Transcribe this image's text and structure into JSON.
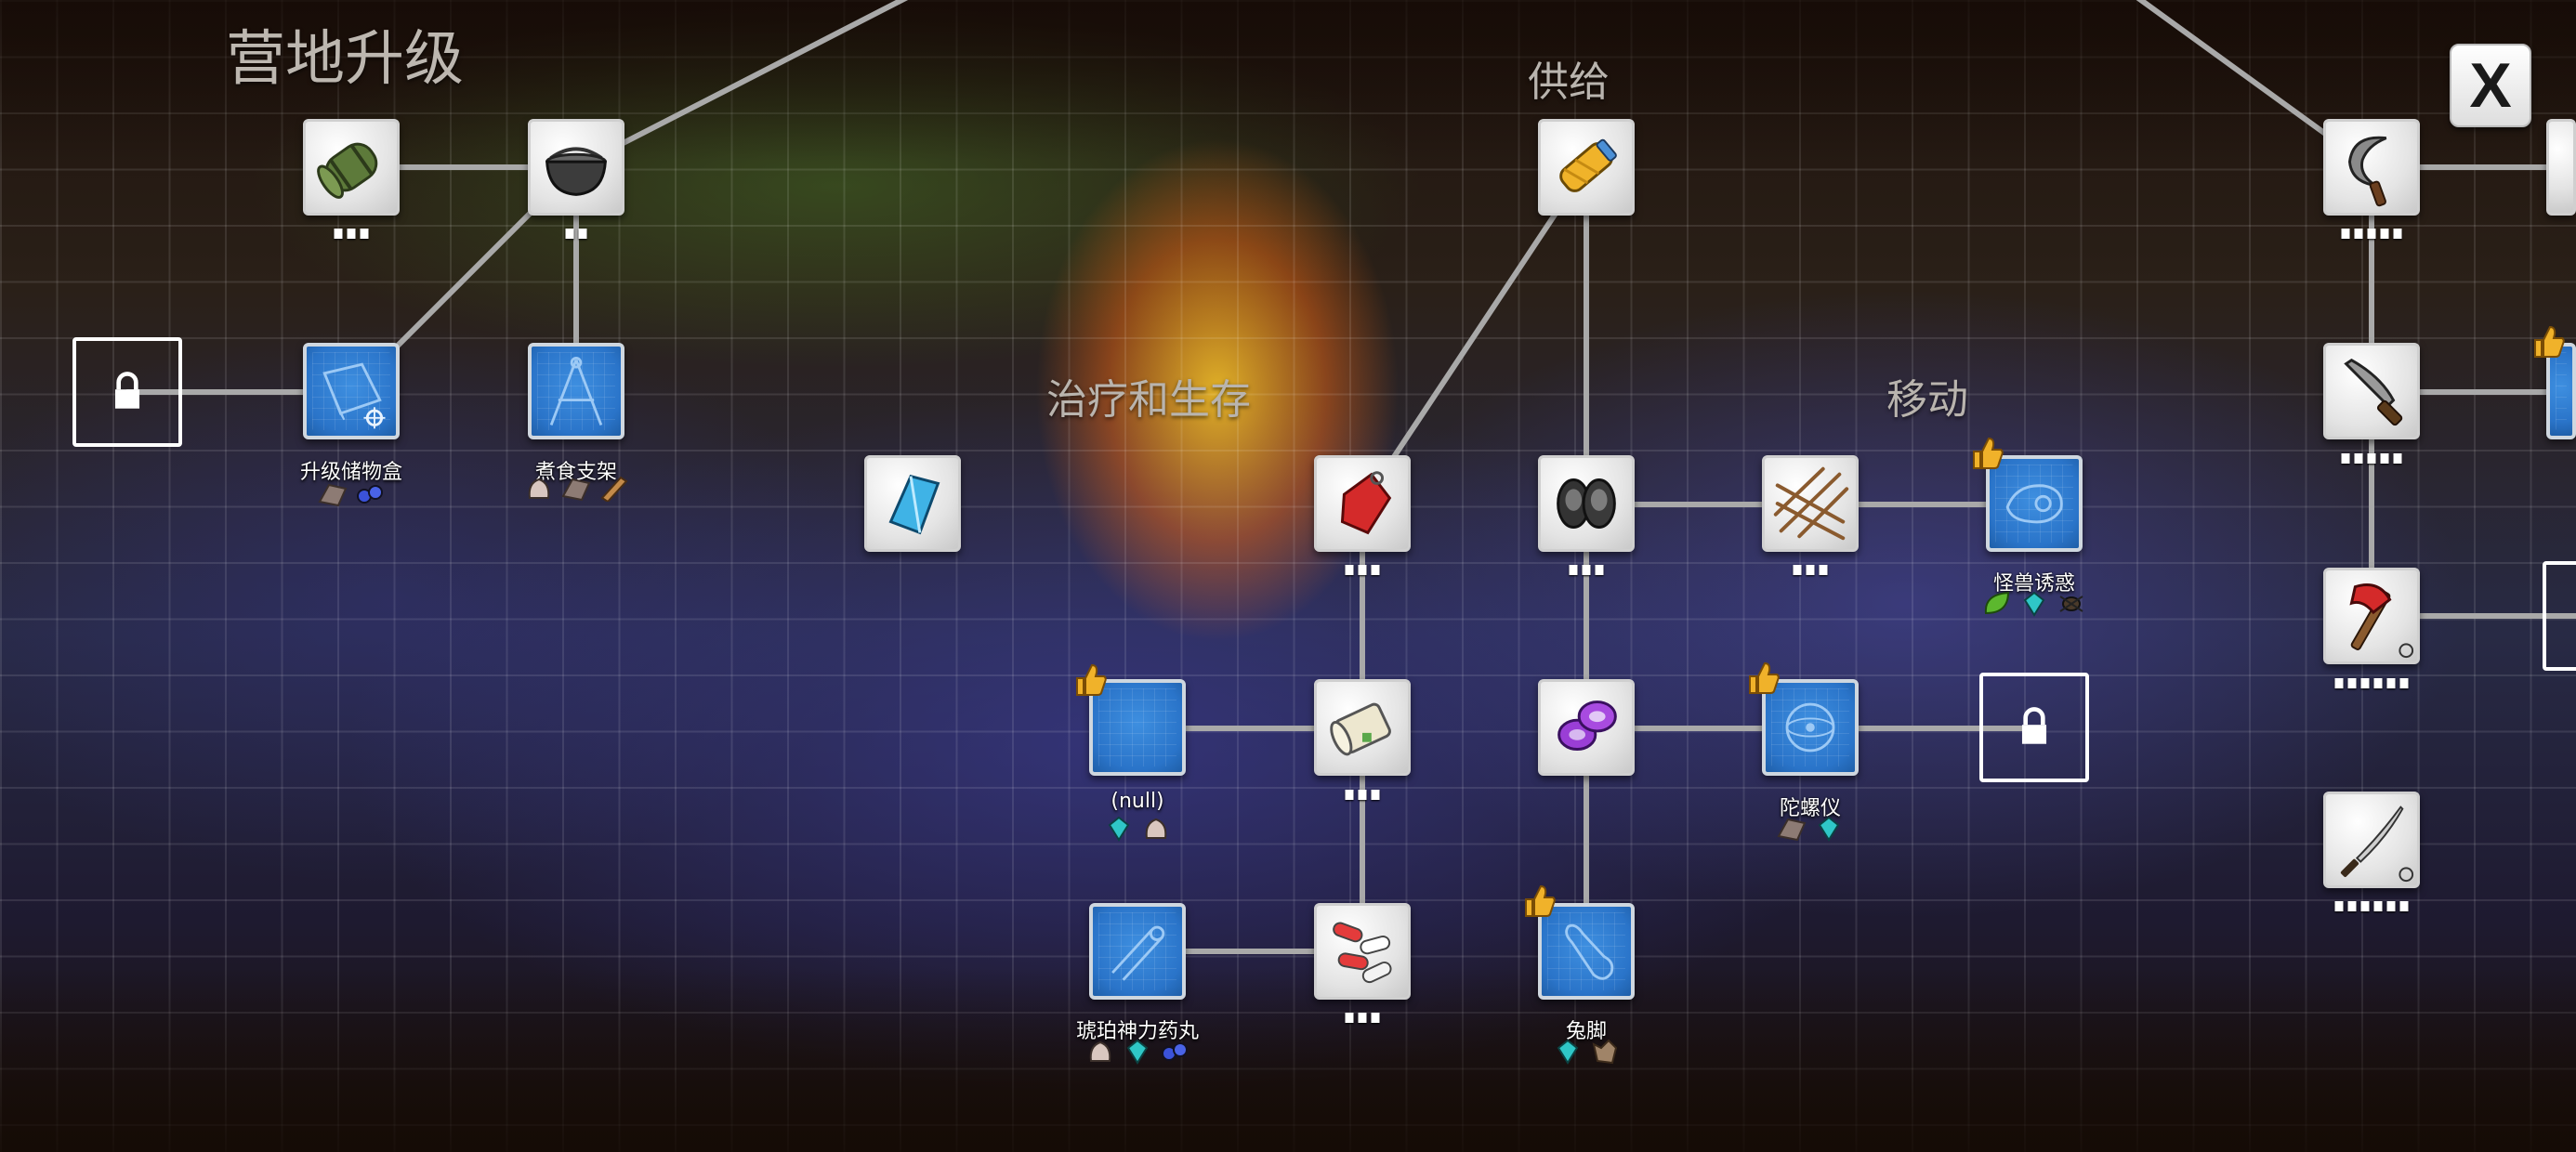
{
  "sections": {
    "camp_upgrade": "营地升级",
    "supply": "供给",
    "healing_survival": "治疗和生存",
    "movement": "移动"
  },
  "close_button": {
    "label": "X"
  },
  "nodes": {
    "storage_box": {
      "label": "升级储物盒"
    },
    "cooking_rack": {
      "label": "煮食支架"
    },
    "null_item": {
      "label": "(null)"
    },
    "amber_pill": {
      "label": "琥珀神力药丸"
    },
    "rabbit_foot": {
      "label": "兔脚"
    },
    "gyroscope": {
      "label": "陀螺仪"
    },
    "monster_lure": {
      "label": "怪兽诱惑"
    }
  },
  "icons": {
    "lock": "lock-icon",
    "thumb": "thumbs-up-icon",
    "recommended_color": "#f0b22a",
    "blueprint_color": "#2a74c9"
  }
}
